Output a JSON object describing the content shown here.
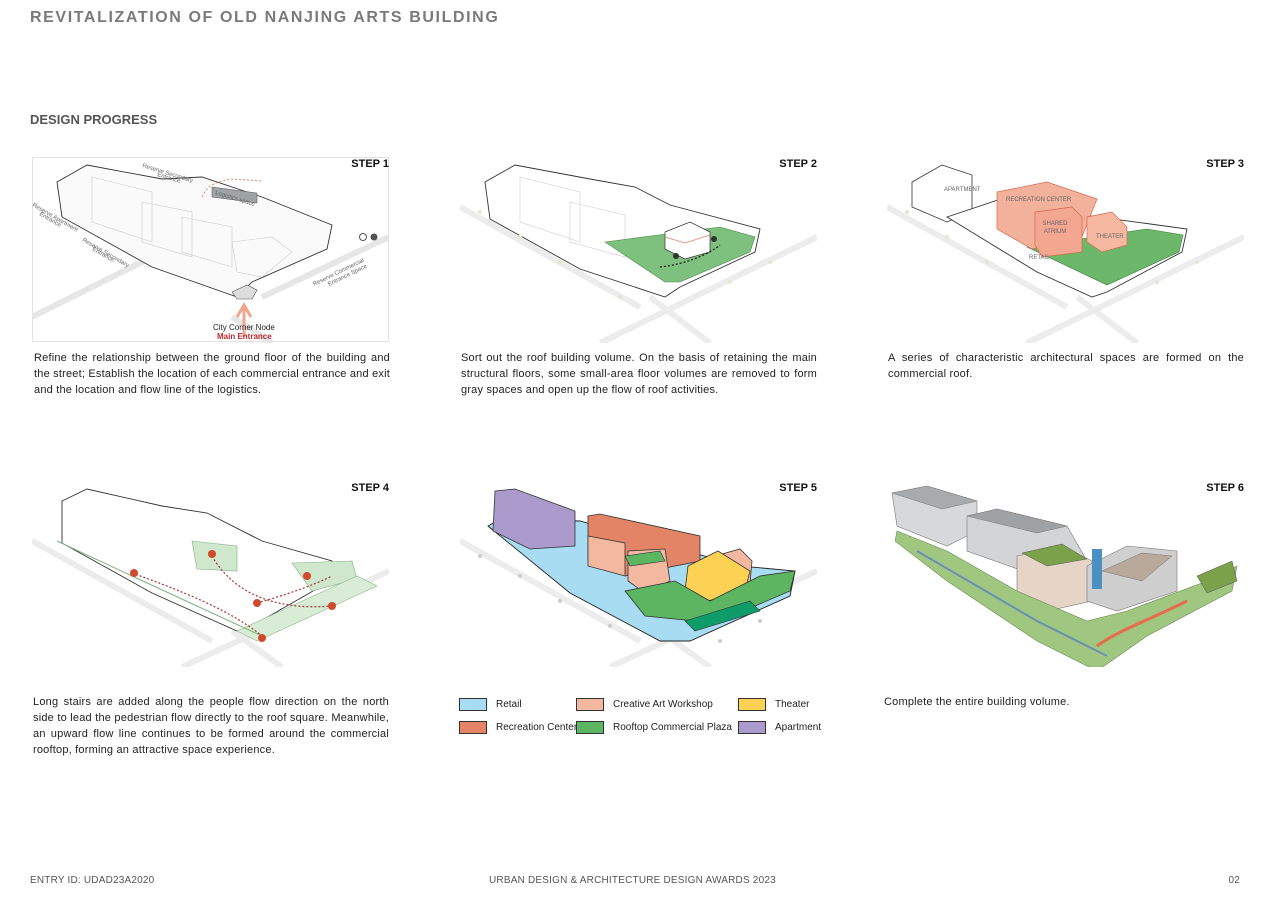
{
  "title": "REVITALIZATION OF OLD NANJING ARTS BUILDING",
  "section_title": "DESIGN PROGRESS",
  "steps": [
    {
      "label": "STEP 1",
      "text": "Refine the relationship between the ground floor of the building and the street; Establish the location of each commercial entrance and exit and the location and flow line of the logistics.",
      "annotations": {
        "reserve_secondary_entrance_top": "Reserve Secondary Entrance",
        "logistics_space": "Logistics space",
        "reserve_apartment_entrance": "Reserve Apartment Entrance",
        "reserve_secondary_entrance_left": "Reserve Secondary Entrance",
        "reserve_commercial_entrance": "Reserve Commercial Entrance Space",
        "city_corner_node": "City Corner Node",
        "main_entrance": "Main Entrance"
      }
    },
    {
      "label": "STEP 2",
      "text": "Sort out the roof building volume. On the basis of retaining the main structural floors, some small-area floor volumes are removed to form gray spaces and open up the flow of roof activities."
    },
    {
      "label": "STEP 3",
      "text": "A series of characteristic architectural spaces are formed on the commercial roof.",
      "annotations": {
        "apartment": "APARTMENT",
        "recreation_center": "RECREATION CENTER",
        "shared_atrium": "SHARED ATRIUM",
        "theater": "THEATER",
        "retail": "RETAIL"
      }
    },
    {
      "label": "STEP 4",
      "text": "Long stairs are added along the people flow direction on the north side to lead the pedestrian flow directly to the roof square. Meanwhile, an upward flow line continues to be formed around the commercial rooftop, forming an attractive space experience."
    },
    {
      "label": "STEP 5",
      "legend": [
        {
          "label": "Retail",
          "color": "#a7dcf3"
        },
        {
          "label": "Creative Art Workshop",
          "color": "#f3b9a0"
        },
        {
          "label": "Theater",
          "color": "#fdd153"
        },
        {
          "label": "Recreation Center",
          "color": "#e38467"
        },
        {
          "label": "Rooftop Commercial Plaza",
          "color": "#5cb561"
        },
        {
          "label": "Apartment",
          "color": "#ab9bcd"
        }
      ]
    },
    {
      "label": "STEP 6",
      "text": "Complete the entire building volume."
    }
  ],
  "footer": {
    "entry_id": "ENTRY ID: UDAD23A2020",
    "award": "URBAN DESIGN & ARCHITECTURE DESIGN AWARDS 2023",
    "page": "02"
  }
}
